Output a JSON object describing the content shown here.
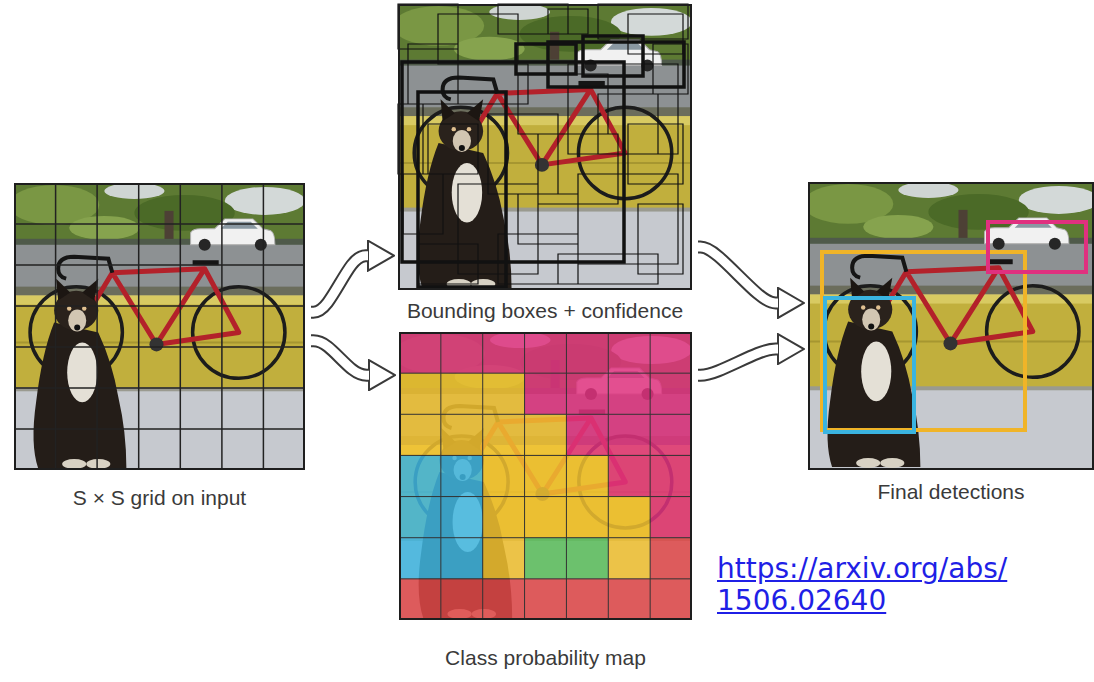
{
  "diagram": {
    "nodes": [
      {
        "text": [
          "S × S grid on input"
        ]
      },
      {
        "text": [
          "Bounding boxes + confidence"
        ]
      },
      {
        "text": [
          "Class probability map"
        ]
      },
      {
        "text": [
          "Final detections"
        ]
      }
    ],
    "edges": [
      {
        "from": 0,
        "to": 1,
        "arrow": "to"
      },
      {
        "from": 0,
        "to": 2,
        "arrow": "to"
      },
      {
        "from": 1,
        "to": 3,
        "arrow": "to"
      },
      {
        "from": 2,
        "to": 3,
        "arrow": "to"
      }
    ],
    "labels": [
      "https://arxiv.org/abs/ 1506.02640"
    ]
  }
}
